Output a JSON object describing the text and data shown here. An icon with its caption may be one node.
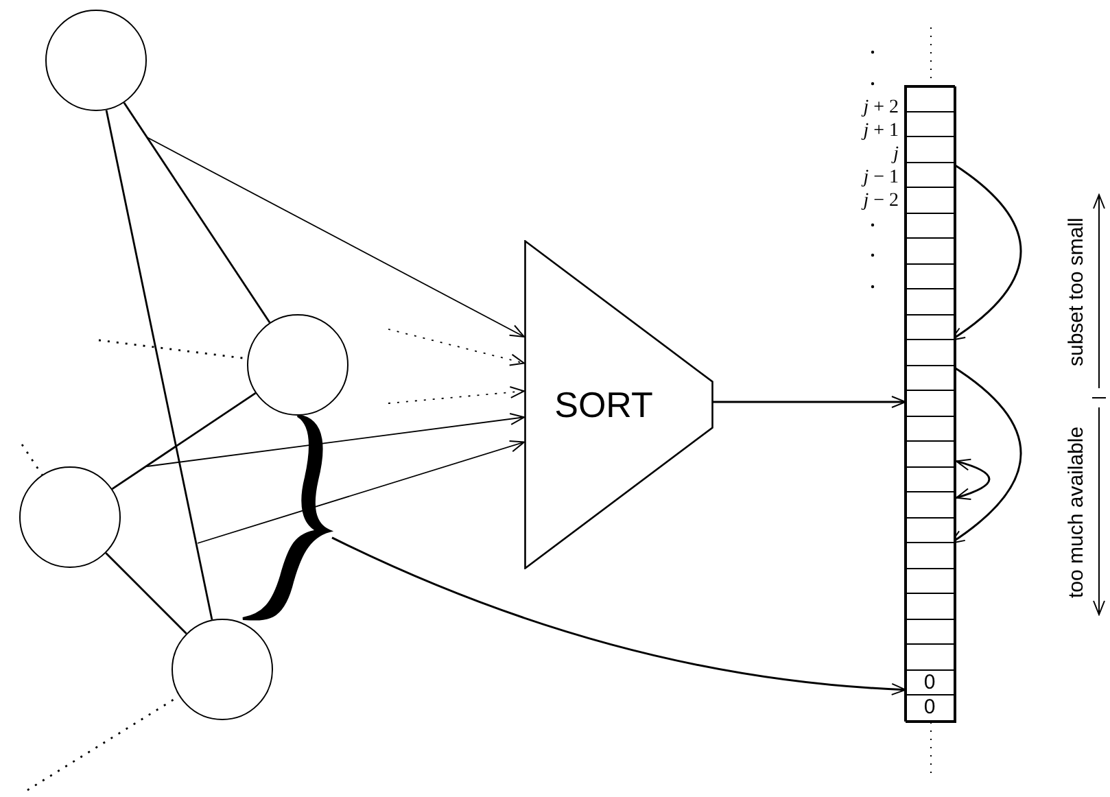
{
  "diagram": {
    "nodes": [
      {
        "text": [],
        "shape": "circle"
      },
      {
        "text": [],
        "shape": "circle"
      },
      {
        "text": [],
        "shape": "circle"
      },
      {
        "text": [],
        "shape": "circle"
      },
      {
        "text": [
          "SORT"
        ]
      },
      {
        "text": [],
        "shape": "box"
      },
      {
        "text": [],
        "shape": "box",
        "in": 5
      },
      {
        "text": [],
        "shape": "box",
        "in": 5
      },
      {
        "text": [],
        "shape": "box",
        "in": 5
      },
      {
        "text": [],
        "shape": "box",
        "in": 5
      },
      {
        "text": [],
        "shape": "box",
        "in": 5
      },
      {
        "text": [],
        "shape": "box",
        "in": 5
      },
      {
        "text": [],
        "shape": "box",
        "in": 5
      },
      {
        "text": [],
        "shape": "box",
        "in": 5
      },
      {
        "text": [],
        "shape": "box",
        "in": 5
      },
      {
        "text": [],
        "shape": "box",
        "in": 5
      },
      {
        "text": [],
        "shape": "box",
        "in": 5
      },
      {
        "text": [],
        "shape": "box",
        "in": 5
      },
      {
        "text": [],
        "shape": "box",
        "in": 5
      },
      {
        "text": [],
        "shape": "box",
        "in": 5
      },
      {
        "text": [],
        "shape": "box",
        "in": 5
      },
      {
        "text": [],
        "shape": "box",
        "in": 5
      },
      {
        "text": [],
        "shape": "box",
        "in": 5
      },
      {
        "text": [],
        "shape": "box",
        "in": 5
      },
      {
        "text": [],
        "shape": "box",
        "in": 5
      },
      {
        "text": [],
        "shape": "box",
        "in": 5
      },
      {
        "text": [],
        "shape": "box",
        "in": 5
      },
      {
        "text": [],
        "shape": "box",
        "in": 5
      },
      {
        "text": [],
        "shape": "box",
        "in": 5
      },
      {
        "text": [
          "0"
        ],
        "in": 5
      },
      {
        "text": [
          "0"
        ],
        "in": 5
      },
      {
        "text": [],
        "shape": "brace"
      }
    ],
    "edges": [
      {
        "from": 0,
        "to": 1,
        "arrow": "none"
      },
      {
        "from": 0,
        "to": 3,
        "arrow": "none"
      },
      {
        "from": 1,
        "to": 2,
        "arrow": "none"
      },
      {
        "from": 2,
        "to": 3,
        "arrow": "none"
      },
      {
        "from": null,
        "to": 1,
        "arrow": "none",
        "style": "dashed"
      },
      {
        "from": null,
        "to": 2,
        "arrow": "none",
        "style": "dashed"
      },
      {
        "from": null,
        "to": 3,
        "arrow": "none",
        "style": "dashed"
      },
      {
        "from": null,
        "to": 4,
        "arrow": "to"
      },
      {
        "from": null,
        "to": 4,
        "arrow": "to",
        "style": "dashed"
      },
      {
        "from": null,
        "to": 4,
        "arrow": "to",
        "style": "dashed"
      },
      {
        "from": null,
        "to": 4,
        "arrow": "to"
      },
      {
        "from": null,
        "to": 4,
        "arrow": "to"
      },
      {
        "from": 4,
        "to": 5,
        "arrow": "to"
      },
      {
        "from": 31,
        "to": 29,
        "arrow": "to"
      },
      {
        "from": 8,
        "to": 16,
        "arrow": "to"
      },
      {
        "from": 16,
        "to": 24,
        "arrow": "to"
      },
      {
        "from": 20,
        "to": 22,
        "arrow": "both"
      }
    ],
    "labels": [
      "*j* + 2",
      "*j* + 1",
      "*j*",
      "*j* − 1",
      "*j* − 2",
      "subset too small",
      "too much available"
    ]
  }
}
